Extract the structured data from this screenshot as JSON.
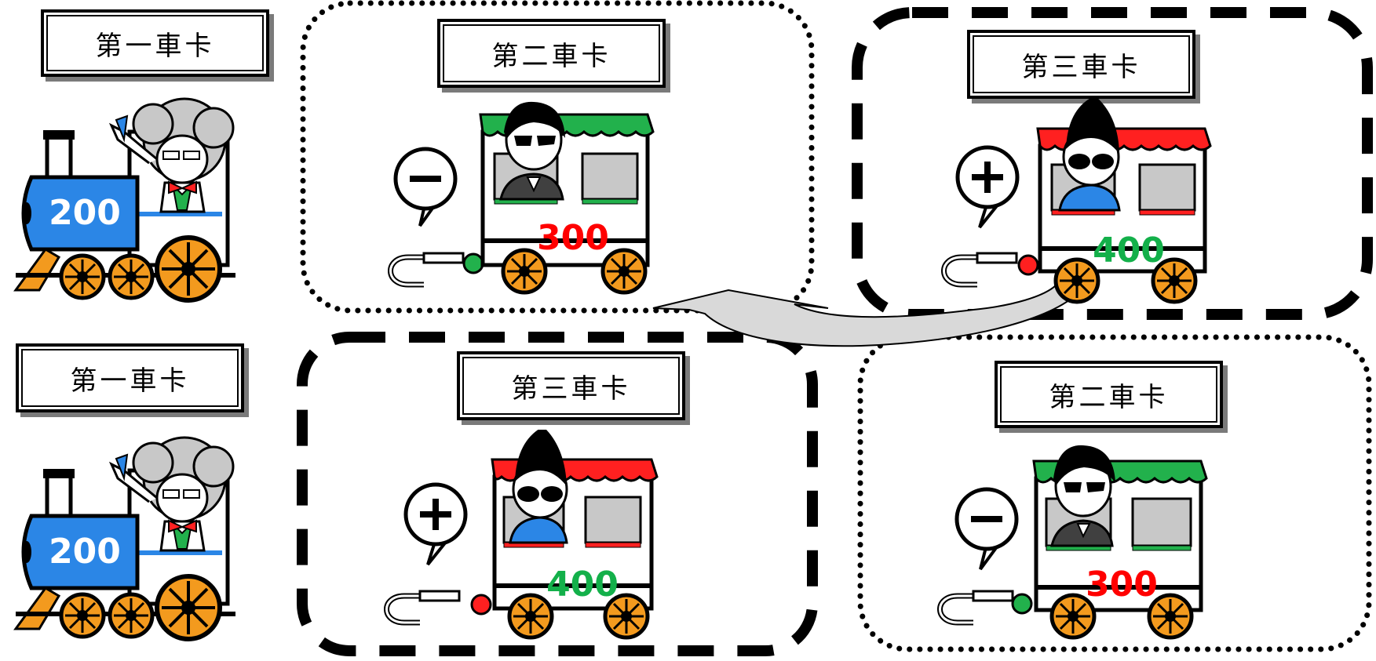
{
  "labels": {
    "car1_top": "第一車卡",
    "car2_top": "第二車卡",
    "car3_top": "第三車卡",
    "car1_bottom": "第一車卡",
    "car3_bottom": "第三車卡",
    "car2_bottom": "第二車卡"
  },
  "values": {
    "engine_top": "200",
    "car2_top": "300",
    "car3_top": "400",
    "engine_bottom": "200",
    "car3_bottom": "400",
    "car2_bottom": "300"
  },
  "colors": {
    "engine_blue": "#2b86e6",
    "wheel_orange": "#f39a1e",
    "value_red": "#ff0000",
    "value_green": "#13b04a",
    "awning_green": "#22b14c",
    "awning_red": "#ff2020"
  },
  "icons": {
    "minus": "minus-sign-bubble-icon",
    "plus": "plus-sign-bubble-icon"
  }
}
